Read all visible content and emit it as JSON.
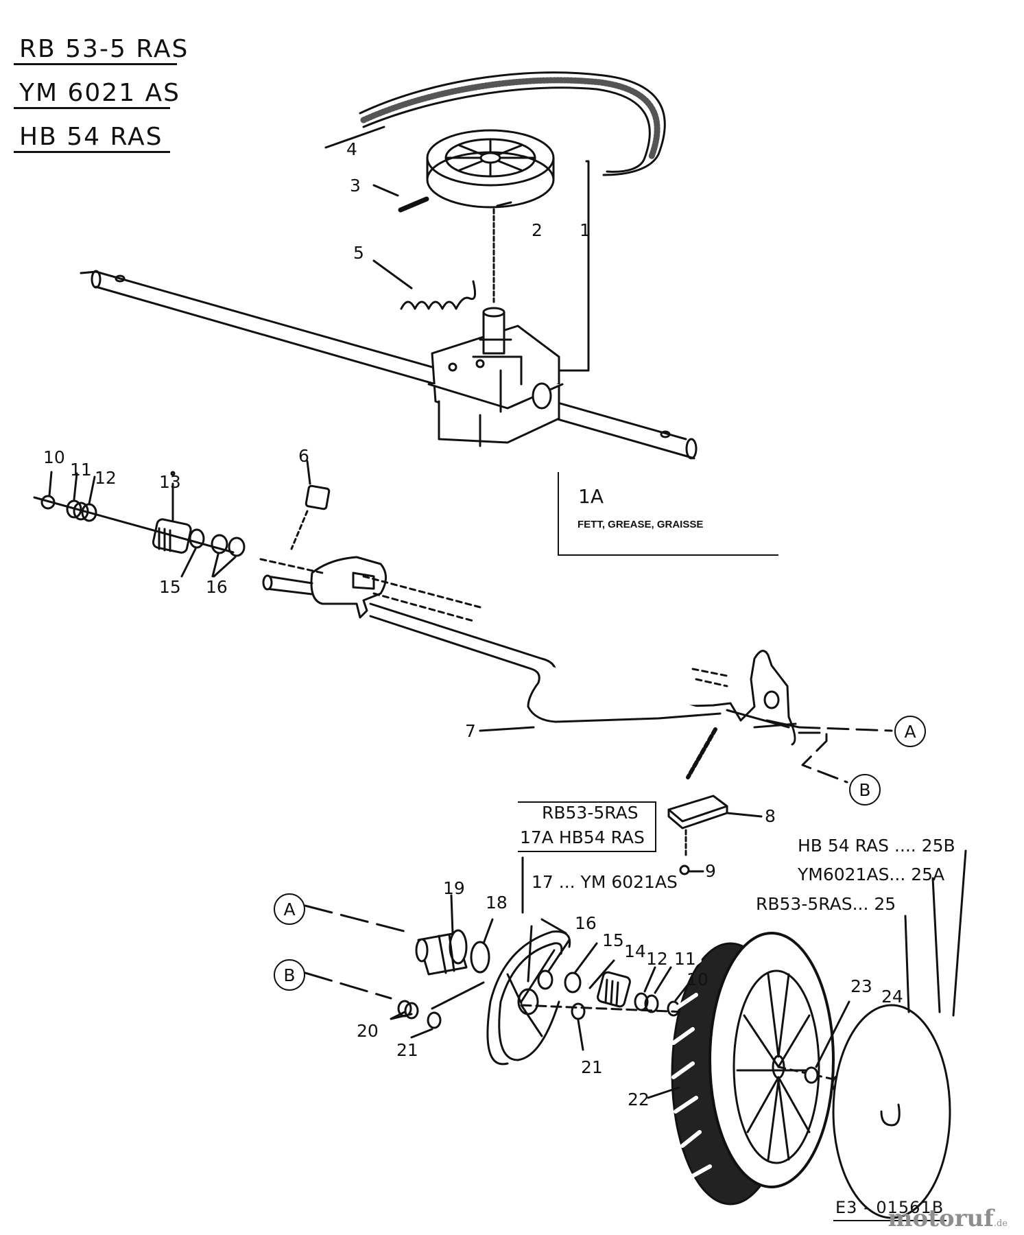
{
  "models": [
    "RB 53-5 RAS",
    "YM 6021 AS",
    "HB 54 RAS"
  ],
  "note": {
    "id": "1A",
    "text": "FETT, GREASE, GRAISSE"
  },
  "variants": {
    "line1": "RB53-5RAS",
    "line2": "17A   HB54 RAS",
    "line3": "17 ... YM 6021AS",
    "wheel1": "HB 54 RAS ....  25B",
    "wheel2": "YM6021AS... 25A",
    "wheel3": "RB53-5RAS...  25"
  },
  "connectors": [
    "A",
    "B"
  ],
  "parts": {
    "p1": "1",
    "p2": "2",
    "p3": "3",
    "p4": "4",
    "p5": "5",
    "p6": "6",
    "p7": "7",
    "p8": "8",
    "p9": "9",
    "p10a": "10",
    "p11a": "11",
    "p12a": "12",
    "p13": "13",
    "p15a": "15",
    "p16a": "16",
    "p19": "19",
    "p18": "18",
    "p16b": "16",
    "p15b": "15",
    "p14": "14",
    "p12b": "12",
    "p11b": "11",
    "p10b": "10",
    "p20": "20",
    "p21a": "21",
    "p21b": "21",
    "p22": "22",
    "p23": "23",
    "p24": "24"
  },
  "drawing_code": "E3 - 01561B",
  "watermark": {
    "name": "motoruf",
    "suffix": ".de"
  }
}
